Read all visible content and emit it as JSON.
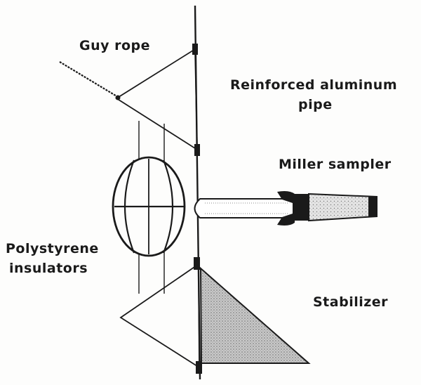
{
  "labels": {
    "guy_rope": "Guy rope",
    "pipe_line1": "Reinforced aluminum",
    "pipe_line2": "pipe",
    "miller_sampler": "Miller sampler",
    "insulators_line1": "Polystyrene",
    "insulators_line2": "insulators",
    "stabilizer": "Stabilizer"
  },
  "colors": {
    "ink": "#1a1a1a",
    "paper": "#fdfdfc",
    "stipple": "#9a9a9a"
  }
}
